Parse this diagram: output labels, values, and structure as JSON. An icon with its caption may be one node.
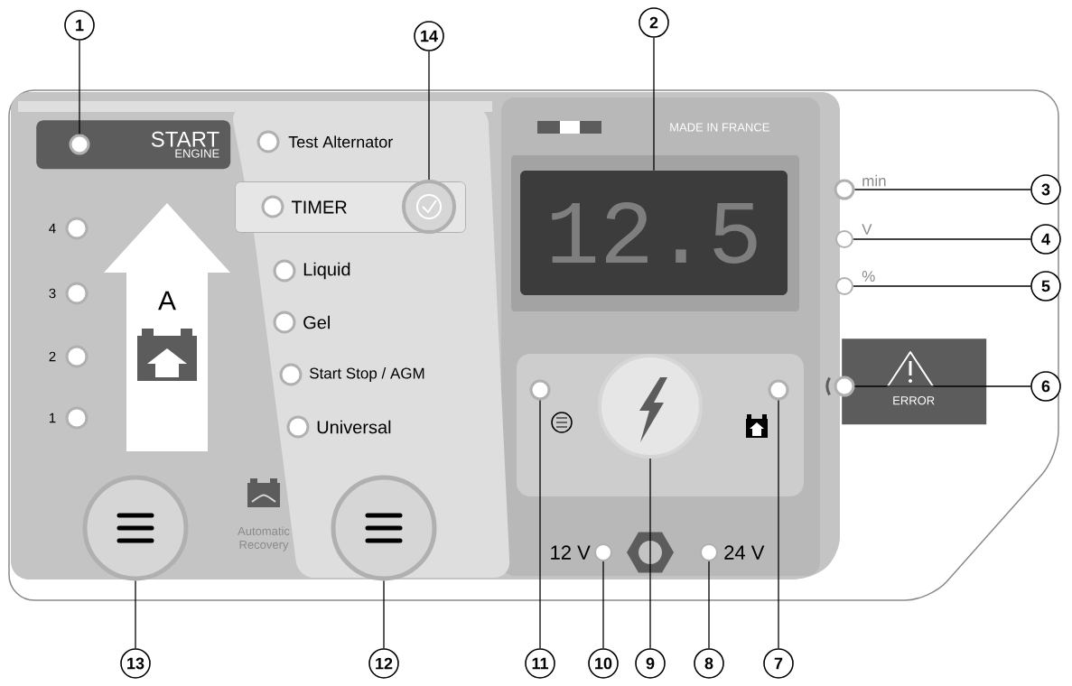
{
  "diagram": {
    "nodes": [
      {
        "text": [
          "1"
        ]
      },
      {
        "text": [
          "14"
        ]
      },
      {
        "text": [
          "2"
        ]
      },
      {
        "text": [
          "3"
        ]
      },
      {
        "text": [
          "4"
        ]
      },
      {
        "text": [
          "5"
        ]
      },
      {
        "text": [
          "6"
        ]
      },
      {
        "text": [
          "13"
        ]
      },
      {
        "text": [
          "12"
        ]
      },
      {
        "text": [
          "11"
        ]
      },
      {
        "text": [
          "10"
        ]
      },
      {
        "text": [
          "9"
        ]
      },
      {
        "text": [
          "8"
        ]
      },
      {
        "text": [
          "7"
        ]
      },
      {
        "text": [
          "START",
          "ENGINE"
        ]
      },
      {
        "text": [],
        "shape": "circle",
        "in": 14
      },
      {
        "text": [
          "TIMER"
        ]
      },
      {
        "text": [],
        "shape": "circle",
        "in": 16
      },
      {
        "text": [
          "12.5"
        ]
      },
      {
        "text": [],
        "shape": "circle"
      },
      {
        "text": [],
        "shape": "circle"
      },
      {
        "text": [],
        "shape": "circle"
      },
      {
        "text": [
          "ERROR"
        ]
      },
      {
        "text": [],
        "shape": "circle"
      },
      {
        "text": [],
        "shape": "circle"
      },
      {
        "text": [],
        "shape": "circle"
      },
      {
        "text": [],
        "shape": "circle"
      },
      {
        "text": [],
        "shape": "circle"
      },
      {
        "text": [],
        "shape": "circle"
      },
      {
        "text": [],
        "shape": "circle"
      },
      {
        "text": [],
        "shape": "circle"
      },
      {
        "text": [],
        "shape": "circle"
      },
      {
        "text": [],
        "shape": "circle"
      },
      {
        "text": [],
        "shape": "circle"
      },
      {
        "text": [],
        "shape": "circle"
      },
      {
        "text": [],
        "shape": "circle"
      },
      {
        "text": [],
        "shape": "circle",
        "in": 16
      },
      {
        "text": [],
        "shape": "circle"
      },
      {
        "text": [],
        "shape": "circle"
      },
      {
        "text": [],
        "shape": "circle"
      },
      {
        "text": [],
        "shape": "circle"
      }
    ],
    "edges": [
      {
        "from": 0,
        "to": 15,
        "arrow": "none"
      },
      {
        "from": 1,
        "to": 17,
        "arrow": "none"
      },
      {
        "from": 2,
        "to": 18,
        "arrow": "none"
      },
      {
        "from": 3,
        "to": 19,
        "arrow": "none"
      },
      {
        "from": 4,
        "to": 20,
        "arrow": "none"
      },
      {
        "from": 5,
        "to": 21,
        "arrow": "none"
      },
      {
        "from": 6,
        "to": 23,
        "arrow": "none"
      },
      {
        "from": 7,
        "to": 24,
        "arrow": "none"
      },
      {
        "from": 8,
        "to": 25,
        "arrow": "none"
      },
      {
        "from": 9,
        "to": 26,
        "arrow": "none"
      },
      {
        "from": 10,
        "to": 27,
        "arrow": "none"
      },
      {
        "from": 11,
        "to": 28,
        "arrow": "none"
      },
      {
        "from": 12,
        "to": 29,
        "arrow": "none"
      },
      {
        "from": 13,
        "to": 30,
        "arrow": "none"
      }
    ],
    "labels": [
      "4",
      "3",
      "2",
      "1",
      "A",
      "Test Alternator",
      "Liquid",
      "Gel",
      "Start Stop / AGM",
      "Universal",
      "Automatic Recovery",
      "MADE IN FRANCE",
      "min",
      "V",
      "%",
      "12 V",
      "24 V"
    ]
  }
}
